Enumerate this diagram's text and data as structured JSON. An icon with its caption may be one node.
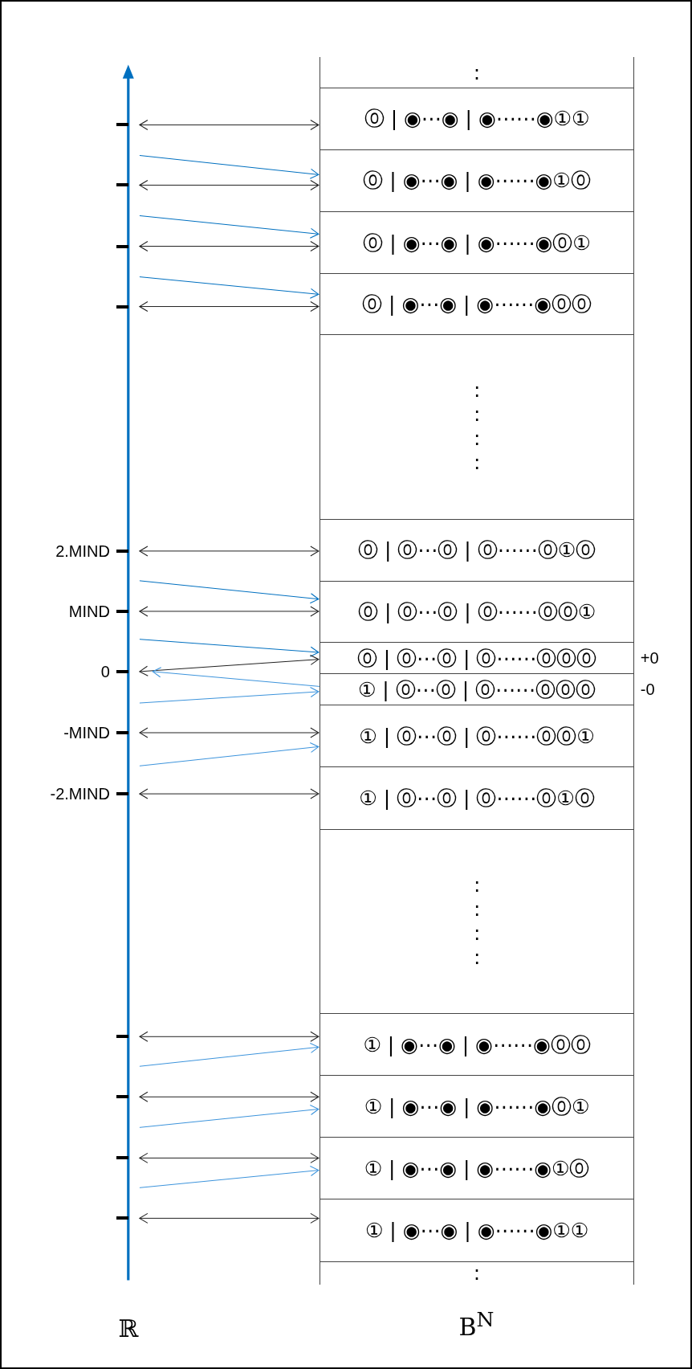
{
  "diagram": {
    "nodes": [
      {
        "text": [
          ":"
        ]
      },
      {
        "text": [
          "⓪ | ◉⋯◉ | ◉⋯⋯◉①①"
        ]
      },
      {
        "text": [
          "⓪ | ◉⋯◉ | ◉⋯⋯◉①⓪"
        ]
      },
      {
        "text": [
          "⓪ | ◉⋯◉ | ◉⋯⋯◉⓪①"
        ]
      },
      {
        "text": [
          "⓪ | ◉⋯◉ | ◉⋯⋯◉⓪⓪"
        ]
      },
      {
        "text": [
          ": : : :"
        ]
      },
      {
        "text": [
          "⓪ | ⓪⋯⓪ | ⓪⋯⋯⓪①⓪"
        ]
      },
      {
        "text": [
          "⓪ | ⓪⋯⓪ | ⓪⋯⋯⓪⓪①"
        ]
      },
      {
        "text": [
          "⓪ | ⓪⋯⓪ | ⓪⋯⋯⓪⓪⓪"
        ],
        "beside": [
          "+0"
        ]
      },
      {
        "text": [
          "① | ⓪⋯⓪ | ⓪⋯⋯⓪⓪⓪"
        ],
        "beside": [
          "-0"
        ]
      },
      {
        "text": [
          "① | ⓪⋯⓪ | ⓪⋯⋯⓪⓪①"
        ]
      },
      {
        "text": [
          "① | ⓪⋯⓪ | ⓪⋯⋯⓪①⓪"
        ]
      },
      {
        "text": [
          ": : : :"
        ]
      },
      {
        "text": [
          "① | ◉⋯◉ | ◉⋯⋯◉⓪⓪"
        ]
      },
      {
        "text": [
          "① | ◉⋯◉ | ◉⋯⋯◉⓪①"
        ]
      },
      {
        "text": [
          "① | ◉⋯◉ | ◉⋯⋯◉①⓪"
        ]
      },
      {
        "text": [
          "① | ◉⋯◉ | ◉⋯⋯◉①①"
        ]
      },
      {
        "text": [
          ":"
        ]
      },
      {
        "text": [],
        "shape": "bar"
      },
      {
        "text": [],
        "shape": "bar"
      },
      {
        "text": [],
        "shape": "bar"
      },
      {
        "text": [],
        "shape": "bar"
      },
      {
        "text": [],
        "shape": "bar",
        "beside": [
          "2.MIND"
        ]
      },
      {
        "text": [],
        "shape": "bar",
        "beside": [
          "MIND"
        ]
      },
      {
        "text": [],
        "shape": "bar",
        "beside": [
          "0"
        ]
      },
      {
        "text": [],
        "shape": "bar",
        "beside": [
          "-MIND"
        ]
      },
      {
        "text": [],
        "shape": "bar",
        "beside": [
          "-2.MIND"
        ]
      },
      {
        "text": [],
        "shape": "bar"
      },
      {
        "text": [],
        "shape": "bar"
      },
      {
        "text": [],
        "shape": "bar"
      },
      {
        "text": [],
        "shape": "bar"
      }
    ],
    "edges": [
      {
        "from": 18,
        "to": 1,
        "arrow": "both"
      },
      {
        "from": null,
        "to": 2,
        "arrow": "to",
        "color": "#0070c0"
      },
      {
        "from": 19,
        "to": 2,
        "arrow": "both"
      },
      {
        "from": null,
        "to": 3,
        "arrow": "to",
        "color": "#0070c0"
      },
      {
        "from": 20,
        "to": 3,
        "arrow": "both"
      },
      {
        "from": null,
        "to": 4,
        "arrow": "to",
        "color": "#0070c0"
      },
      {
        "from": 21,
        "to": 4,
        "arrow": "both"
      },
      {
        "from": 22,
        "to": 6,
        "arrow": "both"
      },
      {
        "from": null,
        "to": 7,
        "arrow": "to",
        "color": "#0070c0"
      },
      {
        "from": 23,
        "to": 7,
        "arrow": "both"
      },
      {
        "from": null,
        "to": 8,
        "arrow": "to",
        "color": "#0070c0"
      },
      {
        "from": 24,
        "to": 8,
        "arrow": "both"
      },
      {
        "from": 9,
        "to": 24,
        "arrow": "to",
        "color": "#3d94dc"
      },
      {
        "from": null,
        "to": 9,
        "arrow": "to",
        "color": "#3d94dc"
      },
      {
        "from": 25,
        "to": 10,
        "arrow": "both"
      },
      {
        "from": null,
        "to": 10,
        "arrow": "to",
        "color": "#3d94dc"
      },
      {
        "from": 26,
        "to": 11,
        "arrow": "both"
      },
      {
        "from": 27,
        "to": 13,
        "arrow": "both"
      },
      {
        "from": null,
        "to": 13,
        "arrow": "to",
        "color": "#3d94dc"
      },
      {
        "from": 28,
        "to": 14,
        "arrow": "both"
      },
      {
        "from": null,
        "to": 14,
        "arrow": "to",
        "color": "#3d94dc"
      },
      {
        "from": 29,
        "to": 15,
        "arrow": "both"
      },
      {
        "from": null,
        "to": 15,
        "arrow": "to",
        "color": "#3d94dc"
      },
      {
        "from": 30,
        "to": 16,
        "arrow": "both"
      }
    ],
    "labels": [
      "ℝ",
      "B$^{N}$"
    ]
  }
}
